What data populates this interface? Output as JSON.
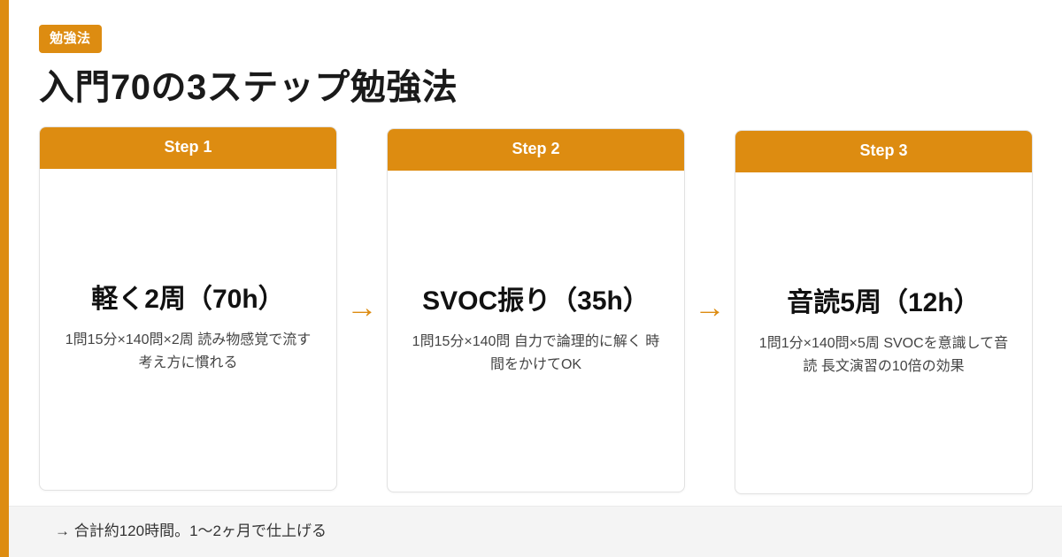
{
  "accent_color": "#dd8c11",
  "header": {
    "badge_label": "勉強法",
    "title": "入門70の3ステップ勉強法"
  },
  "steps": [
    {
      "header_label": "Step 1",
      "title": "軽く2周（70h）",
      "description": "1問15分×140問×2周 読み物感覚で流す 考え方に慣れる"
    },
    {
      "header_label": "Step 2",
      "title": "SVOC振り（35h）",
      "description": "1問15分×140問 自力で論理的に解く 時間をかけてOK"
    },
    {
      "header_label": "Step 3",
      "title": "音読5周（12h）",
      "description": "1問1分×140問×5周 SVOCを意識して音読 長文演習の10倍の効果"
    }
  ],
  "arrows": [
    {
      "glyph": "→"
    },
    {
      "glyph": "→"
    }
  ],
  "footer": {
    "summary": "→ 合計約120時間。1〜2ヶ月で仕上げる"
  }
}
